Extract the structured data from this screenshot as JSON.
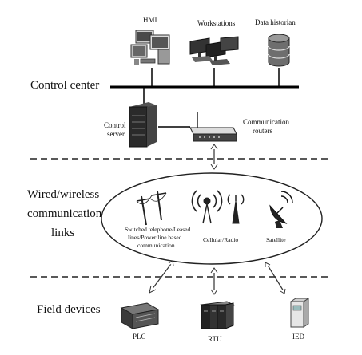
{
  "sections": {
    "control_center": "Control center",
    "links_line1": "Wired/wireless",
    "links_line2": "communication",
    "links_line3": "links",
    "field_devices": "Field devices"
  },
  "control_center": {
    "hmi": "HMI",
    "workstations": "Workstations",
    "data_historian": "Data historian",
    "control_server_line1": "Control",
    "control_server_line2": "server",
    "routers_line1": "Communication",
    "routers_line2": "routers"
  },
  "links": {
    "wired_line1": "Switched telephone/Leased",
    "wired_line2": "lines/Power line based",
    "wired_line3": "communication",
    "cellular": "Cellular/Radio",
    "satellite": "Satellite"
  },
  "field": {
    "plc": "PLC",
    "rtu": "RTU",
    "ied": "IED"
  }
}
